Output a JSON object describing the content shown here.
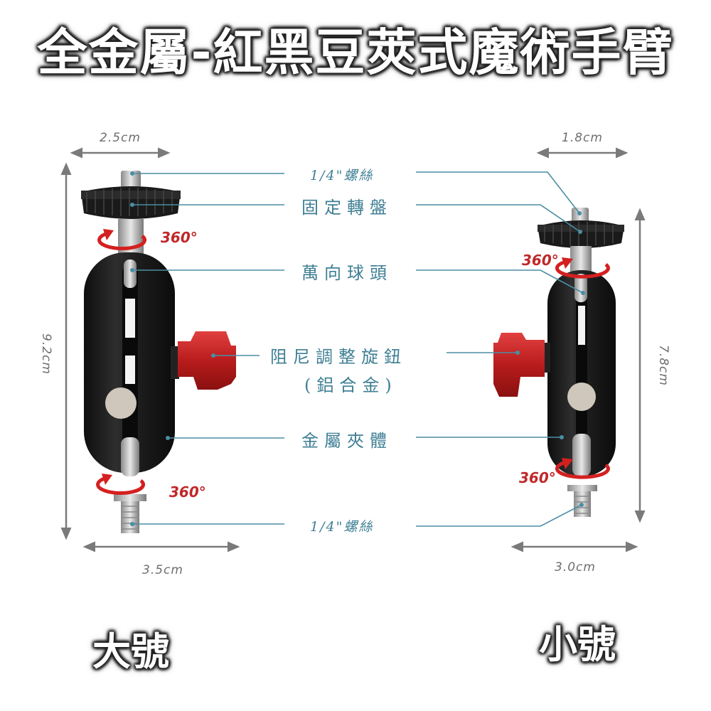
{
  "title": "全金屬-紅黑豆莢式魔術手臂",
  "colors": {
    "annotation_line": "#4a8ea3",
    "annotation_text": "#3f7f94",
    "dimension": "#7a7a7a",
    "rotation_accent": "#d42020",
    "knob_red": "#b81c1c",
    "body_black": "#1c1c1c",
    "metal": "#c9c9c9"
  },
  "large": {
    "label": "大號",
    "dimensions": {
      "top_width": "2.5cm",
      "height": "9.2cm",
      "bottom_width": "3.5cm"
    },
    "rotation_top": "360°",
    "rotation_bottom": "360°"
  },
  "small": {
    "label": "小號",
    "dimensions": {
      "top_width": "1.8cm",
      "height": "7.8cm",
      "bottom_width": "3.0cm"
    },
    "rotation_top": "360°",
    "rotation_bottom": "360°"
  },
  "callouts": {
    "screw_top": "1/4\"螺絲",
    "turntable": "固定轉盤",
    "ball_head": "萬向球頭",
    "knob_line1": "阻尼調整旋鈕",
    "knob_line2": "(鋁合金)",
    "clamp_body": "金屬夾體",
    "screw_bottom": "1/4\"螺絲"
  },
  "icons": [
    "rotation-arrow-icon",
    "dimension-arrow-icon"
  ]
}
